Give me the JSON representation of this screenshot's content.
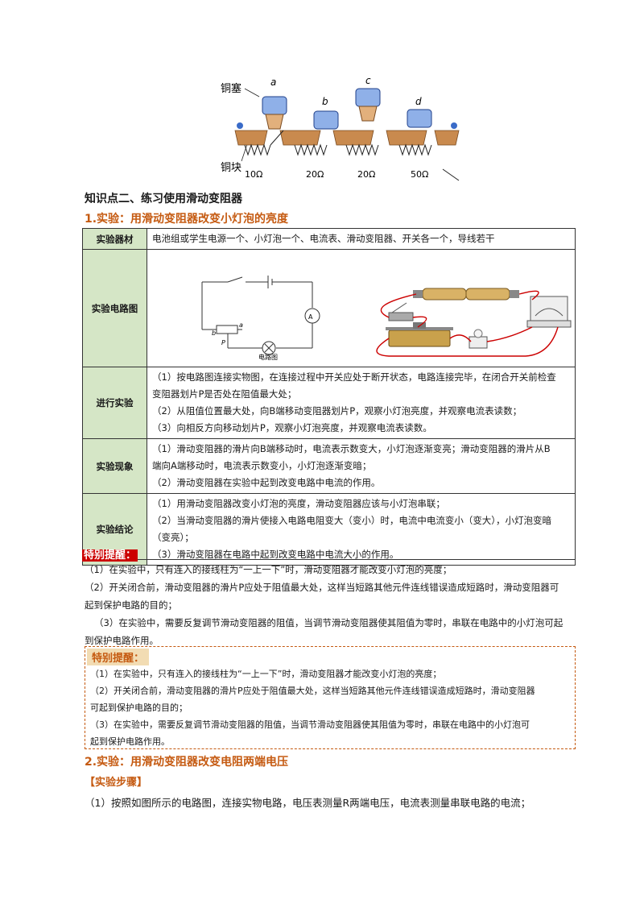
{
  "figure_top": {
    "label_plug": "铜塞",
    "label_block": "铜块",
    "letters": [
      "a",
      "b",
      "c",
      "d"
    ],
    "resistors": [
      "10Ω",
      "20Ω",
      "20Ω",
      "50Ω"
    ]
  },
  "section_title": "知识点二、练习使用滑动变阻器",
  "exp1_title": "1.实验：用滑动变阻器改变小灯泡的亮度",
  "table": {
    "equipment_label": "实验器材",
    "equipment_text": "电池组或学生电源一个、小灯泡一个、电流表、滑动变阻器、开关各一个，导线若干",
    "circuit_label": "实验电路图",
    "circuit_caption": "电路图",
    "circuit_letters": {
      "a": "a",
      "b": "b",
      "p": "P"
    },
    "meter_label": "A",
    "procedure_label": "进行实验",
    "procedure_lines": [
      "（1）按电路图连接实物图，在连接过程中开关应处于断开状态，电路连接完毕，在闭合开关前检查",
      "变阻器划片P是否处在阻值最大处；",
      "（2）从阻值位置最大处，向B端移动变阻器划片P，观察小灯泡亮度，并观察电流表读数；",
      "（3）向相反方向移动划片P，观察小灯泡亮度，并观察电流表读数。"
    ],
    "phenomenon_label": "实验现象",
    "phenomenon_lines": [
      "（1）滑动变阻器的滑片向B端移动时，电流表示数变大，小灯泡逐渐变亮；滑动变阻器的滑片从B",
      "端向A端移动时，电流表示数变小，小灯泡逐渐变暗；",
      "（2）滑动变阻器在实验中起到改变电路中电流的作用。"
    ],
    "conclusion_label": "实验结论",
    "conclusion_lines": [
      "（1）用滑动变阻器改变小灯泡的亮度，滑动变阻器应该与小灯泡串联；",
      "（2）当滑动变阻器的滑片使接入电路电阻变大（变小）时，电流中电流变小（变大），小灯泡变暗",
      "（变亮）；",
      "（3）滑动变阻器在电路中起到改变电路中电流大小的作用。"
    ]
  },
  "tip1": {
    "tag": "特别提醒：",
    "lines": [
      "（1）在实验中，只有连入的接线柱为“一上一下”时，滑动变阻器才能改变小灯泡的亮度；",
      "（2）开关闭合前，滑动变阻器的滑片P应处于阻值最大处，这样当短路其他元件连线错误造成短路时，滑动变阻器可",
      "起到保护电路的目的；",
      "（3）在实验中，需要反复调节滑动变阻器的阻值，当调节滑动变阻器使其阻值为零时，串联在电路中的小灯泡可起",
      "到保护电路作用。"
    ]
  },
  "tip2": {
    "tag": "特别提醒：",
    "lines": [
      "（1）在实验中，只有连入的接线柱为“一上一下”时，滑动变阻器才能改变小灯泡的亮度；",
      "（2）开关闭合前，滑动变阻器的滑片P应处于阻值最大处，这样当短路其他元件连线错误造成短路时，滑动变阻器",
      "可起到保护电路的目的；",
      "（3）在实验中，需要反复调节滑动变阻器的阻值，当调节滑动变阻器使其阻值为零时，串联在电路中的小灯泡可",
      "起到保护电路作用。"
    ]
  },
  "exp2_title": "2.实验：用滑动变阻器改变电阻两端电压",
  "steps_label": "【实验步骤】",
  "step1": "（1）按照如图所示的电路图，连接实物电路，电压表测量R两端电压，电流表测量串联电路的电流；"
}
